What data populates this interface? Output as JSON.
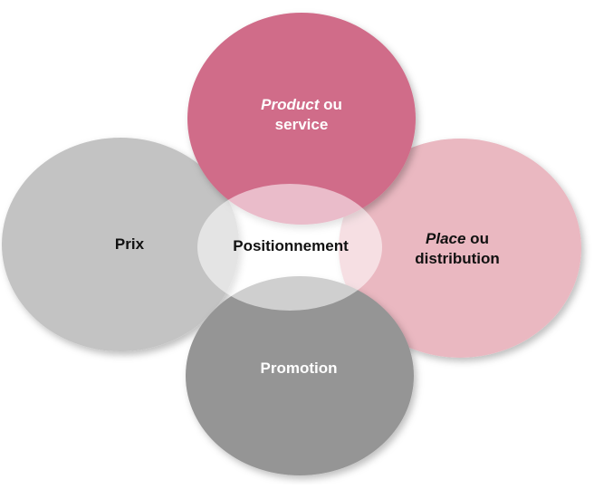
{
  "diagram": {
    "center": {
      "label": "Positionnement"
    },
    "top": {
      "label_em": "Product",
      "label_rest": " ou",
      "label_line2": "service"
    },
    "left": {
      "label": "Prix"
    },
    "right": {
      "label_em": "Place",
      "label_rest": " ou",
      "label_line2": "distribution"
    },
    "bottom": {
      "label": "Promotion"
    }
  },
  "colors": {
    "product": "#d06c89",
    "prix": "#c3c3c3",
    "place": "#eab8c1",
    "promotion": "#959595",
    "center_fill": "#ffffff"
  }
}
